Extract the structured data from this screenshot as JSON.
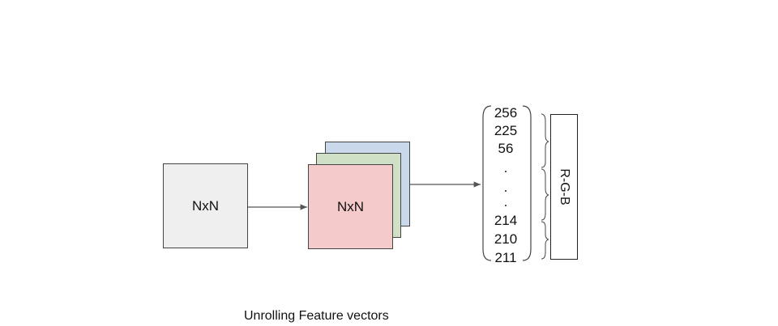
{
  "input_box": {
    "label": "NxN"
  },
  "feature_stack": {
    "label": "NxN",
    "layer_colors": [
      "#c9d8ea",
      "#cfe0c7",
      "#f5caca"
    ]
  },
  "vector": {
    "values": [
      "256",
      "225",
      "56",
      ".",
      ".",
      ".",
      "214",
      "210",
      "211"
    ]
  },
  "rgb_box": {
    "label": "R-G-B"
  },
  "caption": "Unrolling  Feature vectors"
}
